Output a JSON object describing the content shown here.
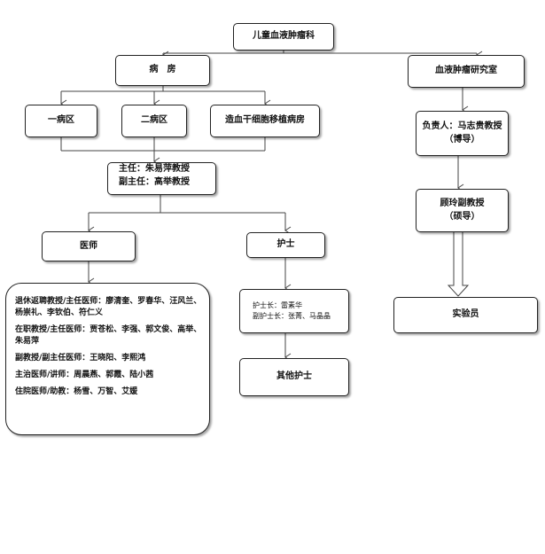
{
  "root": "儿童血液肿瘤科",
  "ward": {
    "title": "病　房",
    "sub": [
      "一病区",
      "二病区",
      "造血干细胞移植病房"
    ],
    "director": [
      "主任：朱易萍教授",
      "副主任：高举教授"
    ],
    "doctors": {
      "title": "医师",
      "lines": [
        "退休返聘教授/主任医师：廖清奎、罗春华、汪风兰、杨崇礼、李钦伯、符仁义",
        "在职教授/主任医师：贾苍松、李强、郭文俊、高举、朱易萍",
        "副教授/副主任医师：王晓阳、李熙鸿",
        "主治医师/讲师：周晨燕、郭霞、陆小茜",
        "住院医师/助教：杨雪、万智、艾媛"
      ]
    },
    "nurses": {
      "title": "护士",
      "head": [
        "护士长：雷素华",
        "副护士长：张菁、马晶晶"
      ],
      "other": "其他护士"
    }
  },
  "lab": {
    "title": "血液肿瘤研究室",
    "head": [
      "负责人：马志贵教授",
      "（博导）"
    ],
    "assoc": [
      "顾玲副教授",
      "（硕导）"
    ],
    "staff": "实验员"
  }
}
